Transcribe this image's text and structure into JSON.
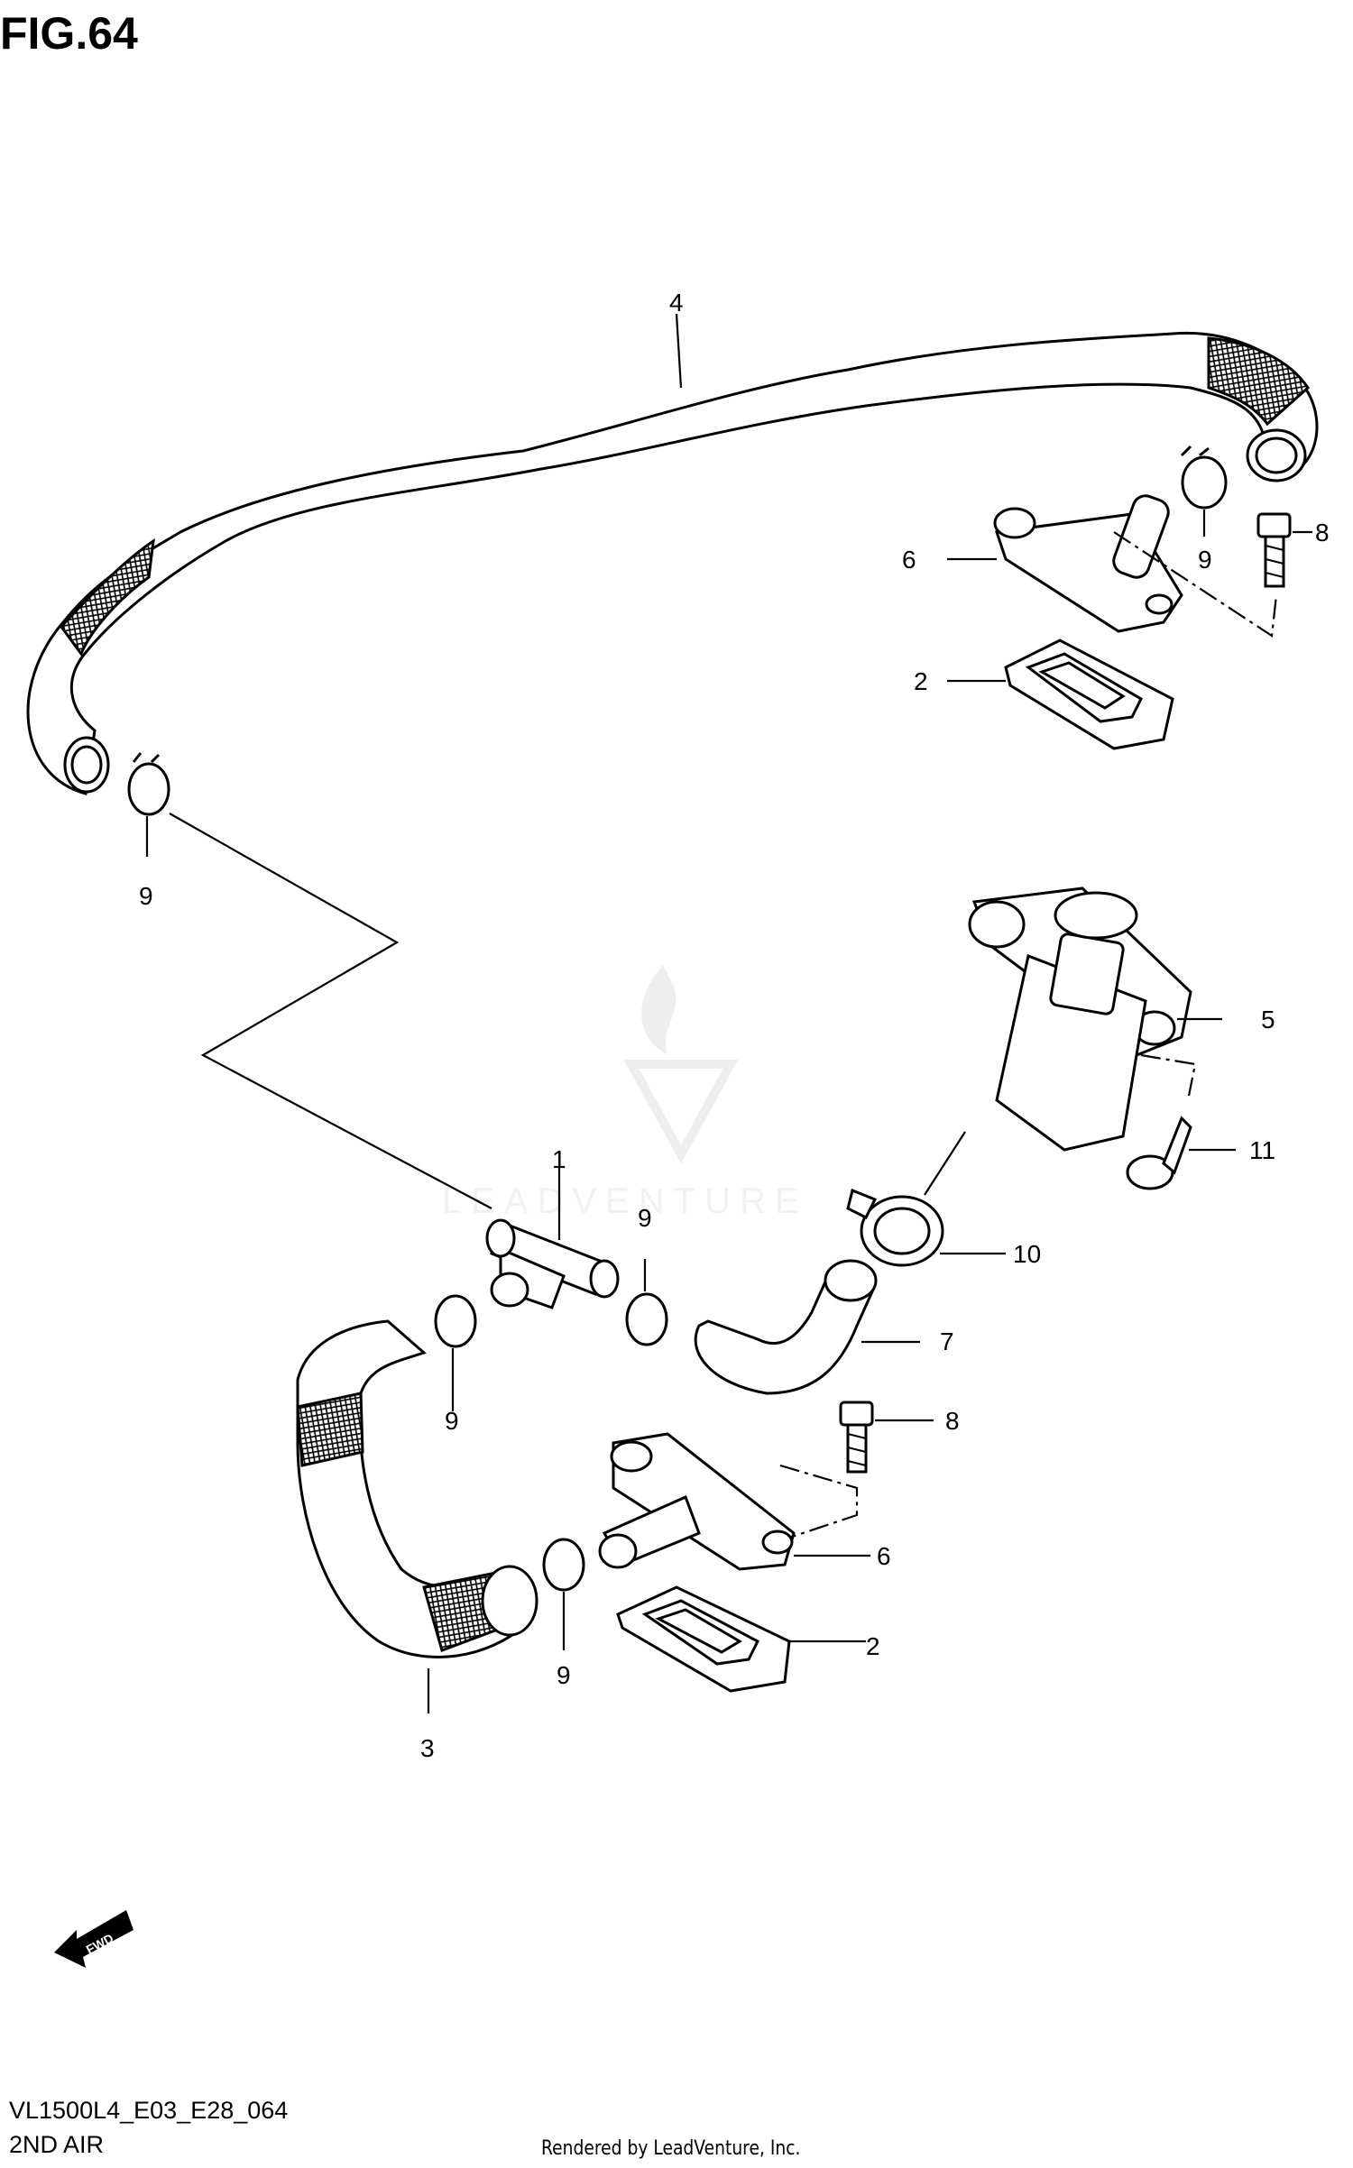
{
  "figure": {
    "title": "FIG.64"
  },
  "footer": {
    "model_code": "VL1500L4_E03_E28_064",
    "section_name": "2ND AIR",
    "rendered_by": "Rendered by LeadVenture, Inc."
  },
  "watermark": {
    "text": "LEADVENTURE"
  },
  "fwd_badge": {
    "text": "FWD"
  },
  "callouts": {
    "c1": "1",
    "c2a": "2",
    "c2b": "2",
    "c3": "3",
    "c4": "4",
    "c5": "5",
    "c6a": "6",
    "c6b": "6",
    "c7": "7",
    "c8a": "8",
    "c8b": "8",
    "c9a": "9",
    "c9b": "9",
    "c9c": "9",
    "c9d": "9",
    "c9e": "9",
    "c10": "10",
    "c11": "11"
  }
}
